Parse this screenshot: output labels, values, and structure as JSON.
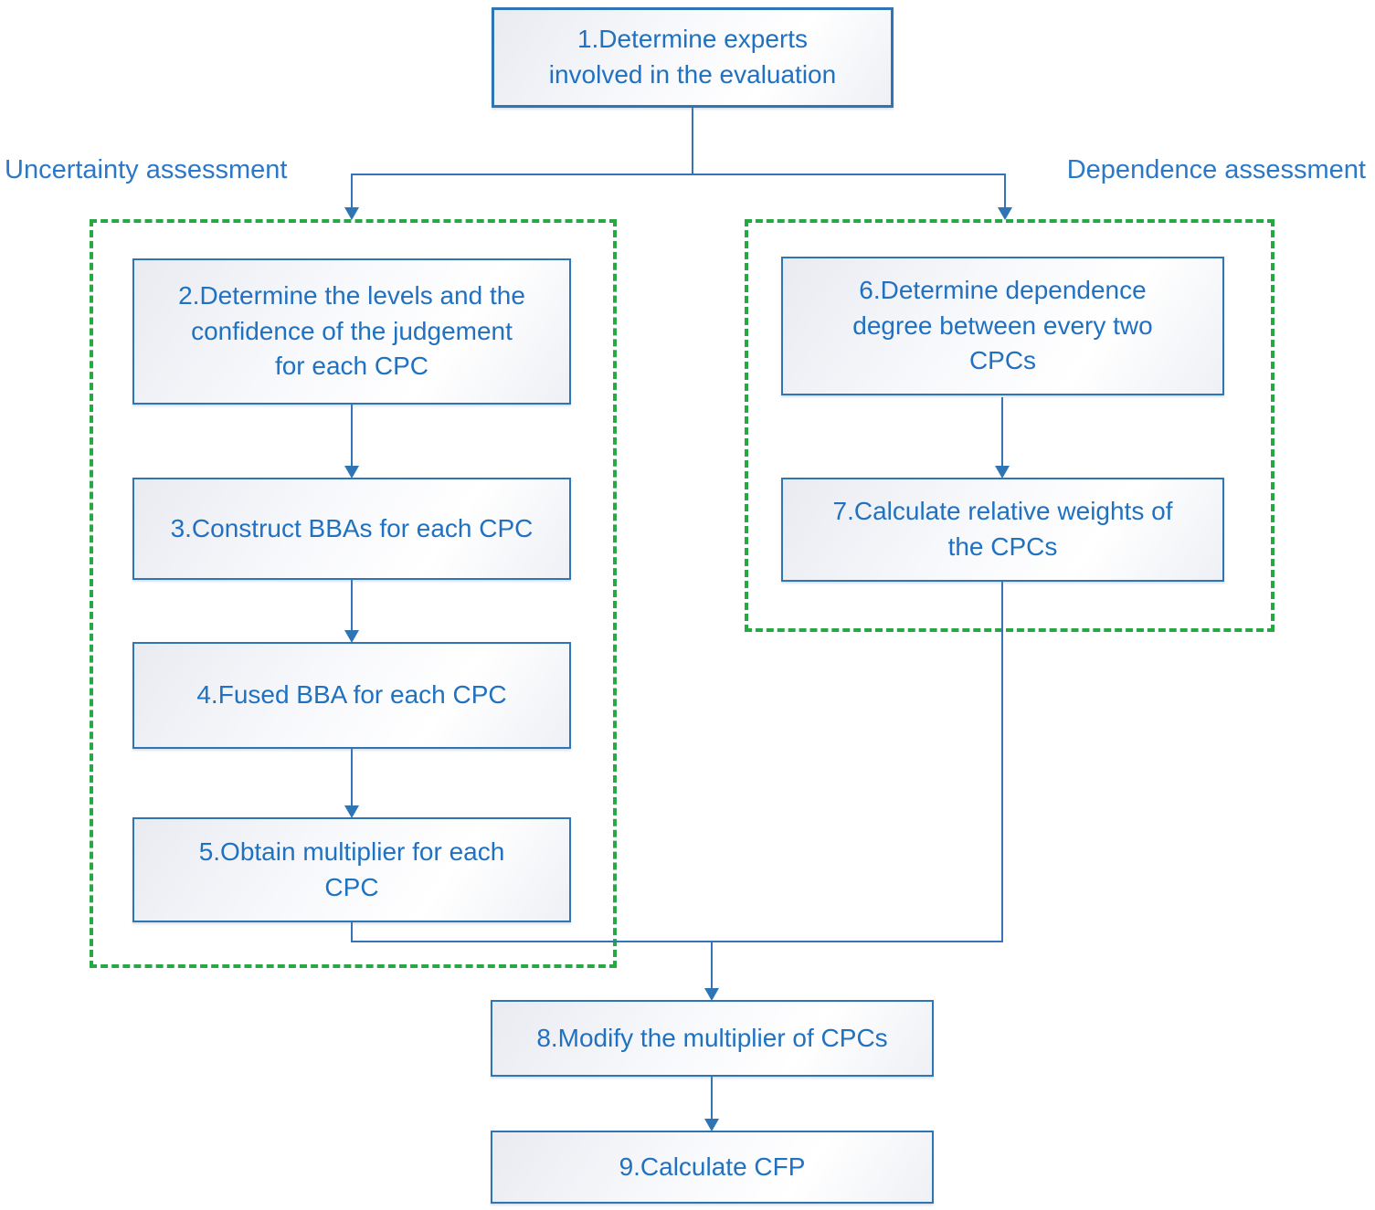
{
  "colors": {
    "box_border": "#2e75b6",
    "box_text": "#2171c1",
    "connector": "#3574b9",
    "group_dashed_border": "#27a844",
    "background": "#ffffff"
  },
  "group_labels": {
    "left": "Uncertainty assessment",
    "right": "Dependence assessment"
  },
  "nodes": {
    "n1": {
      "label": "1.Determine experts\ninvolved in the evaluation"
    },
    "n2": {
      "label": "2.Determine the levels and the\nconfidence of the judgement\nfor each CPC"
    },
    "n3": {
      "label": "3.Construct BBAs for each CPC"
    },
    "n4": {
      "label": "4.Fused BBA for each CPC"
    },
    "n5": {
      "label": "5.Obtain multiplier for each\nCPC"
    },
    "n6": {
      "label": "6.Determine dependence\ndegree between every two\nCPCs"
    },
    "n7": {
      "label": "7.Calculate relative weights of\nthe CPCs"
    },
    "n8": {
      "label": "8.Modify the multiplier of CPCs"
    },
    "n9": {
      "label": "9.Calculate CFP"
    }
  }
}
